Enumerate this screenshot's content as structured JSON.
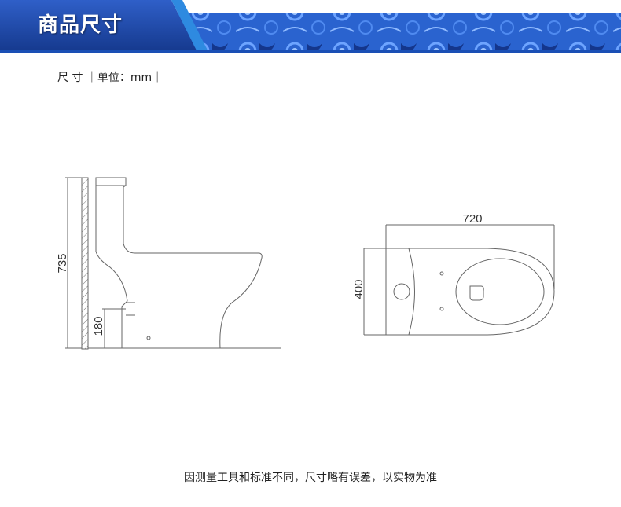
{
  "header": {
    "title": "商品尺寸"
  },
  "dimension_note": "尺 寸 ｜单位：mm｜",
  "side_view": {
    "height_label": "735",
    "outlet_height_label": "180"
  },
  "top_view": {
    "length_label": "720",
    "width_label": "400"
  },
  "footer_note": "因测量工具和标准不同，尺寸略有误差，以实物为准",
  "colors": {
    "banner_dark": "#1a3f9c",
    "banner_light": "#2f6ad8",
    "line": "#666666"
  }
}
